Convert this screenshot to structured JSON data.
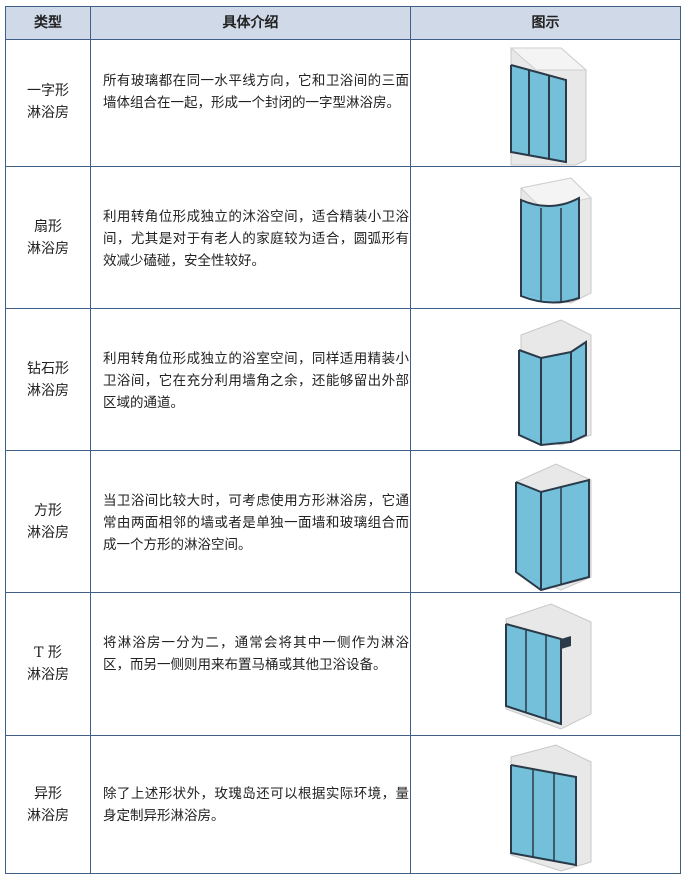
{
  "header": {
    "col_type": "类型",
    "col_desc": "具体介绍",
    "col_pic": "图示"
  },
  "rows": [
    {
      "type_line1": "一字形",
      "type_line2": "淋浴房",
      "desc": "所有玻璃都在同一水平线方向，它和卫浴间的三面墙体组合在一起，形成一个封闭的一字型淋浴房。",
      "icon": "straight-shower-enclosure"
    },
    {
      "type_line1": "扇形",
      "type_line2": "淋浴房",
      "desc": "利用转角位形成独立的沐浴空间，适合精装小卫浴间，尤其是对于有老人的家庭较为适合，圆弧形有效减少磕碰，安全性较好。",
      "icon": "quadrant-shower-enclosure"
    },
    {
      "type_line1": "钻石形",
      "type_line2": "淋浴房",
      "desc": "利用转角位形成独立的浴室空间，同样适用精装小卫浴间，它在充分利用墙角之余，还能够留出外部区域的通道。",
      "icon": "diamond-shower-enclosure"
    },
    {
      "type_line1": "方形",
      "type_line2": "淋浴房",
      "desc": "当卫浴间比较大时，可考虑使用方形淋浴房，它通常由两面相邻的墙或者是单独一面墙和玻璃组合而成一个方形的淋浴空间。",
      "icon": "square-shower-enclosure"
    },
    {
      "type_line1": "T 形",
      "type_line2": "淋浴房",
      "desc": "将淋浴房一分为二，通常会将其中一侧作为淋浴区，而另一侧则用来布置马桶或其他卫浴设备。",
      "icon": "t-shaped-shower-enclosure"
    },
    {
      "type_line1": "异形",
      "type_line2": "淋浴房",
      "desc": "除了上述形状外，玫瑰岛还可以根据实际环境，量身定制异形淋浴房。",
      "icon": "custom-shaped-shower-enclosure"
    }
  ],
  "colors": {
    "border": "#3f5f86",
    "header_bg": "#cfd9e8",
    "glass": "#5fb8d8",
    "frame": "#2a3a48",
    "wall": "#e6e6e6"
  }
}
